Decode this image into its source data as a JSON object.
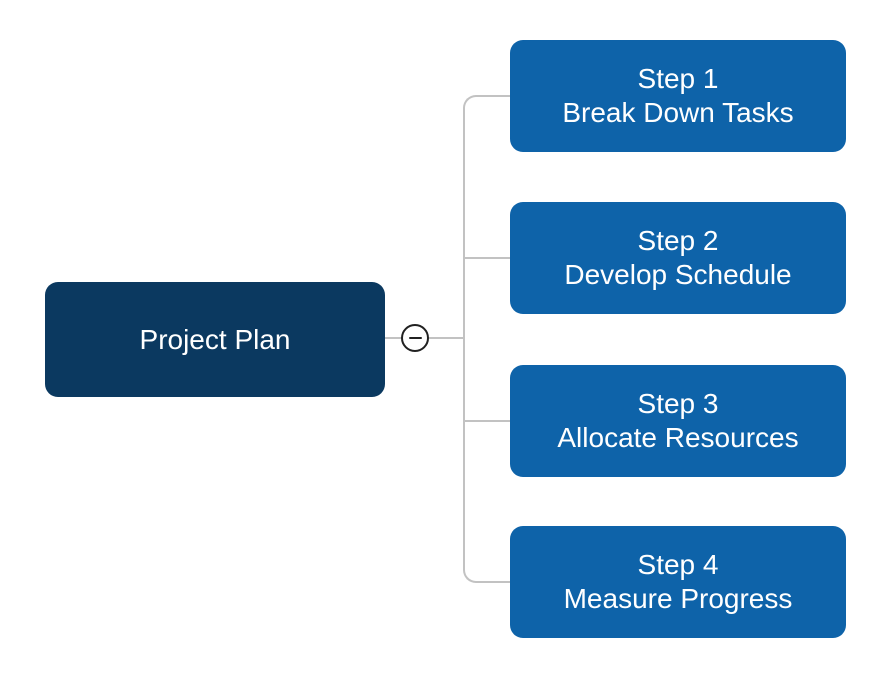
{
  "root": {
    "label": "Project Plan"
  },
  "steps": [
    {
      "title": "Step 1",
      "subtitle": "Break Down Tasks"
    },
    {
      "title": "Step 2",
      "subtitle": "Develop Schedule"
    },
    {
      "title": "Step 3",
      "subtitle": "Allocate Resources"
    },
    {
      "title": "Step 4",
      "subtitle": "Measure Progress"
    }
  ],
  "icons": {
    "collapse_toggle": "minus-circle-icon"
  },
  "colors": {
    "canvas_bg": "#ffffff",
    "root_fill": "#0b3960",
    "root_text": "#ffffff",
    "step_fill": "#0e63a9",
    "step_text": "#ffffff",
    "connector": "#c2c2c2",
    "button_fill": "#ffffff",
    "button_stroke": "#212121"
  }
}
